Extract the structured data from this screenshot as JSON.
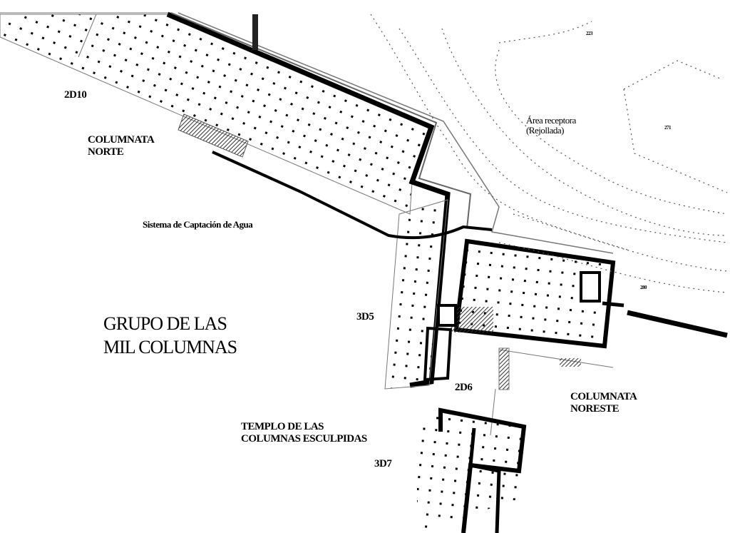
{
  "labels": {
    "grid_2d10": "2D10",
    "columnata_norte": [
      "COLUMNATA",
      "NORTE"
    ],
    "sistema": "Sistema de Captación de Agua",
    "area_receptora": [
      "Área receptora",
      "(Rejollada)"
    ],
    "grupo": [
      "GRUPO DE LAS",
      "MIL COLUMNAS"
    ],
    "grid_3d5": "3D5",
    "grid_2d6": "2D6",
    "columnata_noreste": [
      "COLUMNATA",
      "NORESTE"
    ],
    "templo": [
      "TEMPLO DE LAS",
      "COLUMNAS ESCULPIDAS"
    ],
    "grid_3d7": "3D7",
    "elev_223": "223",
    "elev_271": "271",
    "elev_280": "280"
  },
  "colors": {
    "ink": "#000000",
    "paper": "#ffffff",
    "hatch": "#555555"
  }
}
